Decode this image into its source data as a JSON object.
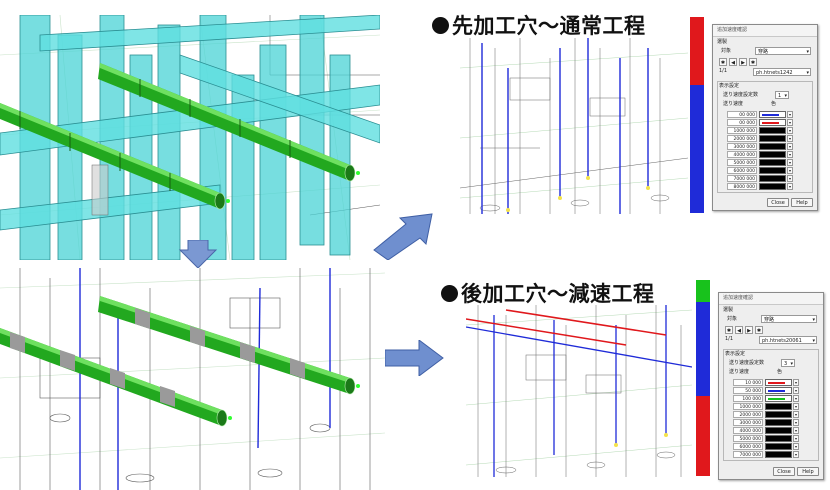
{
  "headings": {
    "top": "先加工穴～通常工程",
    "bottom": "後加工穴～減速工程"
  },
  "colors": {
    "cyan_pipe": "#4ad3d6",
    "green_pipe": "#22a81f",
    "blue_line": "#1f2bd8",
    "red_line": "#e0181c",
    "green_bar": "#18c21c",
    "arrow": "#6a89c8"
  },
  "dialog_top": {
    "title": "追加速度確認",
    "group_label": "選製",
    "target_label": "対象",
    "target_value": "穿路",
    "counter": "1/1",
    "file": "ph.htnets1242",
    "display_label": "表示設定",
    "seg_label": "送り速度設定数",
    "seg_count": "1",
    "speed_label": "送り速度",
    "color_label": "色",
    "rows": [
      {
        "value": "00 000",
        "color": "#1f2bd8"
      },
      {
        "value": "00 000",
        "color": "#e0181c"
      },
      {
        "value": "1000 000",
        "color": ""
      },
      {
        "value": "2000 000",
        "color": ""
      },
      {
        "value": "3000 000",
        "color": ""
      },
      {
        "value": "4000 000",
        "color": ""
      },
      {
        "value": "5000 000",
        "color": ""
      },
      {
        "value": "6000 000",
        "color": ""
      },
      {
        "value": "7000 000",
        "color": ""
      },
      {
        "value": "8000 000",
        "color": ""
      }
    ],
    "close_label": "Close",
    "help_label": "Help"
  },
  "dialog_bottom": {
    "title": "追加速度確認",
    "group_label": "選製",
    "target_label": "対象",
    "target_value": "穿路",
    "counter": "1/1",
    "file": "ph.htnets20061",
    "display_label": "表示設定",
    "seg_label": "送り速度設定数",
    "seg_count": "3",
    "speed_label": "送り速度",
    "color_label": "色",
    "rows": [
      {
        "value": "10 000",
        "color": "#e0181c"
      },
      {
        "value": "50 000",
        "color": "#1f2bd8"
      },
      {
        "value": "100 000",
        "color": "#18c21c"
      },
      {
        "value": "1000 000",
        "color": ""
      },
      {
        "value": "2000 000",
        "color": ""
      },
      {
        "value": "3000 000",
        "color": ""
      },
      {
        "value": "4000 000",
        "color": ""
      },
      {
        "value": "5000 000",
        "color": ""
      },
      {
        "value": "6000 000",
        "color": ""
      },
      {
        "value": "7000 000",
        "color": ""
      }
    ],
    "close_label": "Close",
    "help_label": "Help"
  }
}
